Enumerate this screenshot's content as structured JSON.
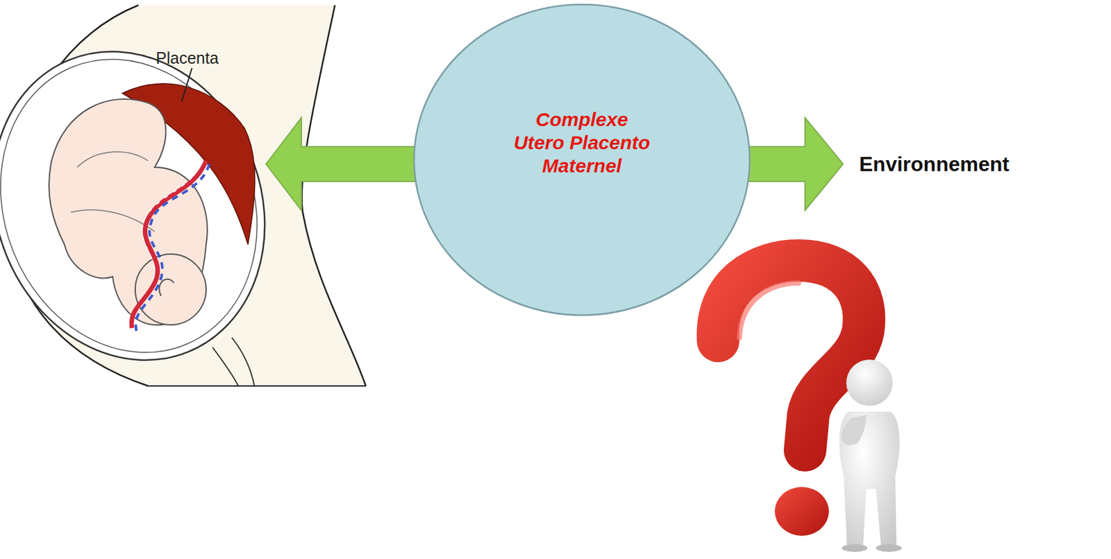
{
  "diagram": {
    "nodes": [
      {
        "text": [
          "Complexe Utero Placento Maternel"
        ]
      }
    ],
    "labels": [
      "Placenta",
      "Environnement"
    ]
  }
}
